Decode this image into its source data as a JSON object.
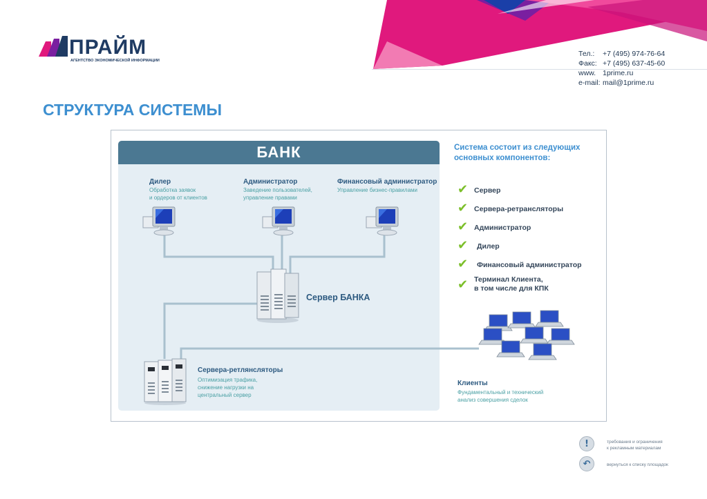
{
  "logo": {
    "word": "ПРАЙМ",
    "subtitle": "АГЕНТСТВО ЭКОНОМИЧЕСКОЙ ИНФОРМАЦИИ"
  },
  "contacts": [
    {
      "label": "Тел.:",
      "value": "+7 (495) 974-76-64"
    },
    {
      "label": "Факс:",
      "value": "+7 (495) 637-45-60"
    },
    {
      "label": "www.",
      "value": "1prime.ru"
    },
    {
      "label": "e-mail:",
      "value": "mail@1prime.ru"
    }
  ],
  "page_title": "СТРУКТУРА СИСТЕМЫ",
  "colors": {
    "brand_blue": "#3d8fd0",
    "bank_header": "#4b7892",
    "panel_bg": "#e5eef4",
    "check_green": "#7cbf2a",
    "accent_pink": "#e0197d"
  },
  "diagram": {
    "bank_title": "БАНК",
    "roles": [
      {
        "title": "Дилер",
        "desc": [
          "Обработка заявок",
          "и ордеров от клиентов"
        ]
      },
      {
        "title": "Администратор",
        "desc": [
          "Заведение пользователей,",
          "управление правами"
        ]
      },
      {
        "title": "Финансовый администратор",
        "desc": [
          "Управление бизнес-правилами"
        ]
      }
    ],
    "bank_server_label": "Сервер БАНКА",
    "relay": {
      "title": "Сервера-ретлянсляторы",
      "desc": [
        "Оптимизация трафика,",
        "снижение нагрузки на",
        "центральный сервер"
      ]
    },
    "components_heading": [
      "Система состоит из следующих",
      "основных компонентов:"
    ],
    "components": [
      {
        "label": [
          "Сервер"
        ]
      },
      {
        "label": [
          "Сервера-ретрансляторы"
        ]
      },
      {
        "label": [
          "Администратор"
        ]
      },
      {
        "label": [
          "Дилер"
        ]
      },
      {
        "label": [
          "Финансовый администратор"
        ]
      },
      {
        "label": [
          "Терминал Клиента,",
          "в том числе для КПК"
        ]
      }
    ],
    "clients": {
      "title": "Клиенты",
      "desc": [
        "Фундаментальный и технический",
        "анализ совершения сделок"
      ]
    }
  },
  "footer": {
    "requirements_link": [
      "требования и ограничения",
      "к рекламным материалам"
    ],
    "back_link": [
      "вернуться к списку площадок"
    ]
  }
}
